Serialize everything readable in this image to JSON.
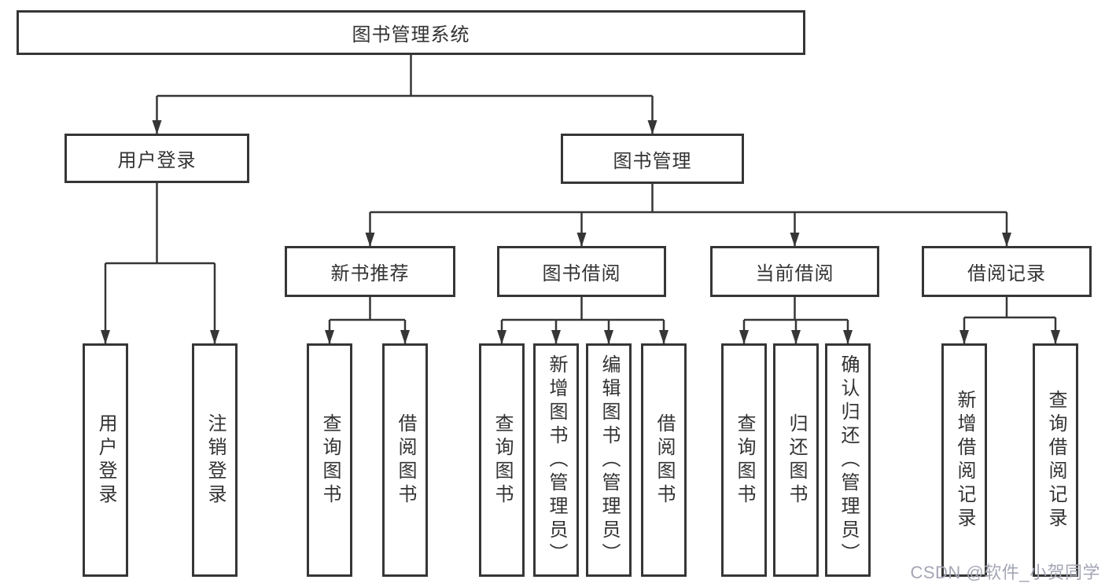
{
  "tree": {
    "label": "图书管理系统",
    "children": [
      {
        "label": "用户登录",
        "children": [
          {
            "label": "用户登录"
          },
          {
            "label": "注销登录"
          }
        ]
      },
      {
        "label": "图书管理",
        "children": [
          {
            "label": "新书推荐",
            "children": [
              {
                "label": "查询图书"
              },
              {
                "label": "借阅图书"
              }
            ]
          },
          {
            "label": "图书借阅",
            "children": [
              {
                "label": "查询图书"
              },
              {
                "label": "新增图书（管理员）"
              },
              {
                "label": "编辑图书（管理员）"
              },
              {
                "label": "借阅图书"
              }
            ]
          },
          {
            "label": "当前借阅",
            "children": [
              {
                "label": "查询图书"
              },
              {
                "label": "归还图书"
              },
              {
                "label": "确认归还（管理员）"
              }
            ]
          },
          {
            "label": "借阅记录",
            "children": [
              {
                "label": "新增借阅记录"
              },
              {
                "label": "查询借阅记录"
              }
            ]
          }
        ]
      }
    ]
  },
  "watermark": "CSDN @软件_小贺同学",
  "colors": {
    "line": "#363636",
    "text": "#333333",
    "box_background": "#ffffff",
    "page_background": "#ffffff",
    "watermark": "#a4a6b4"
  }
}
